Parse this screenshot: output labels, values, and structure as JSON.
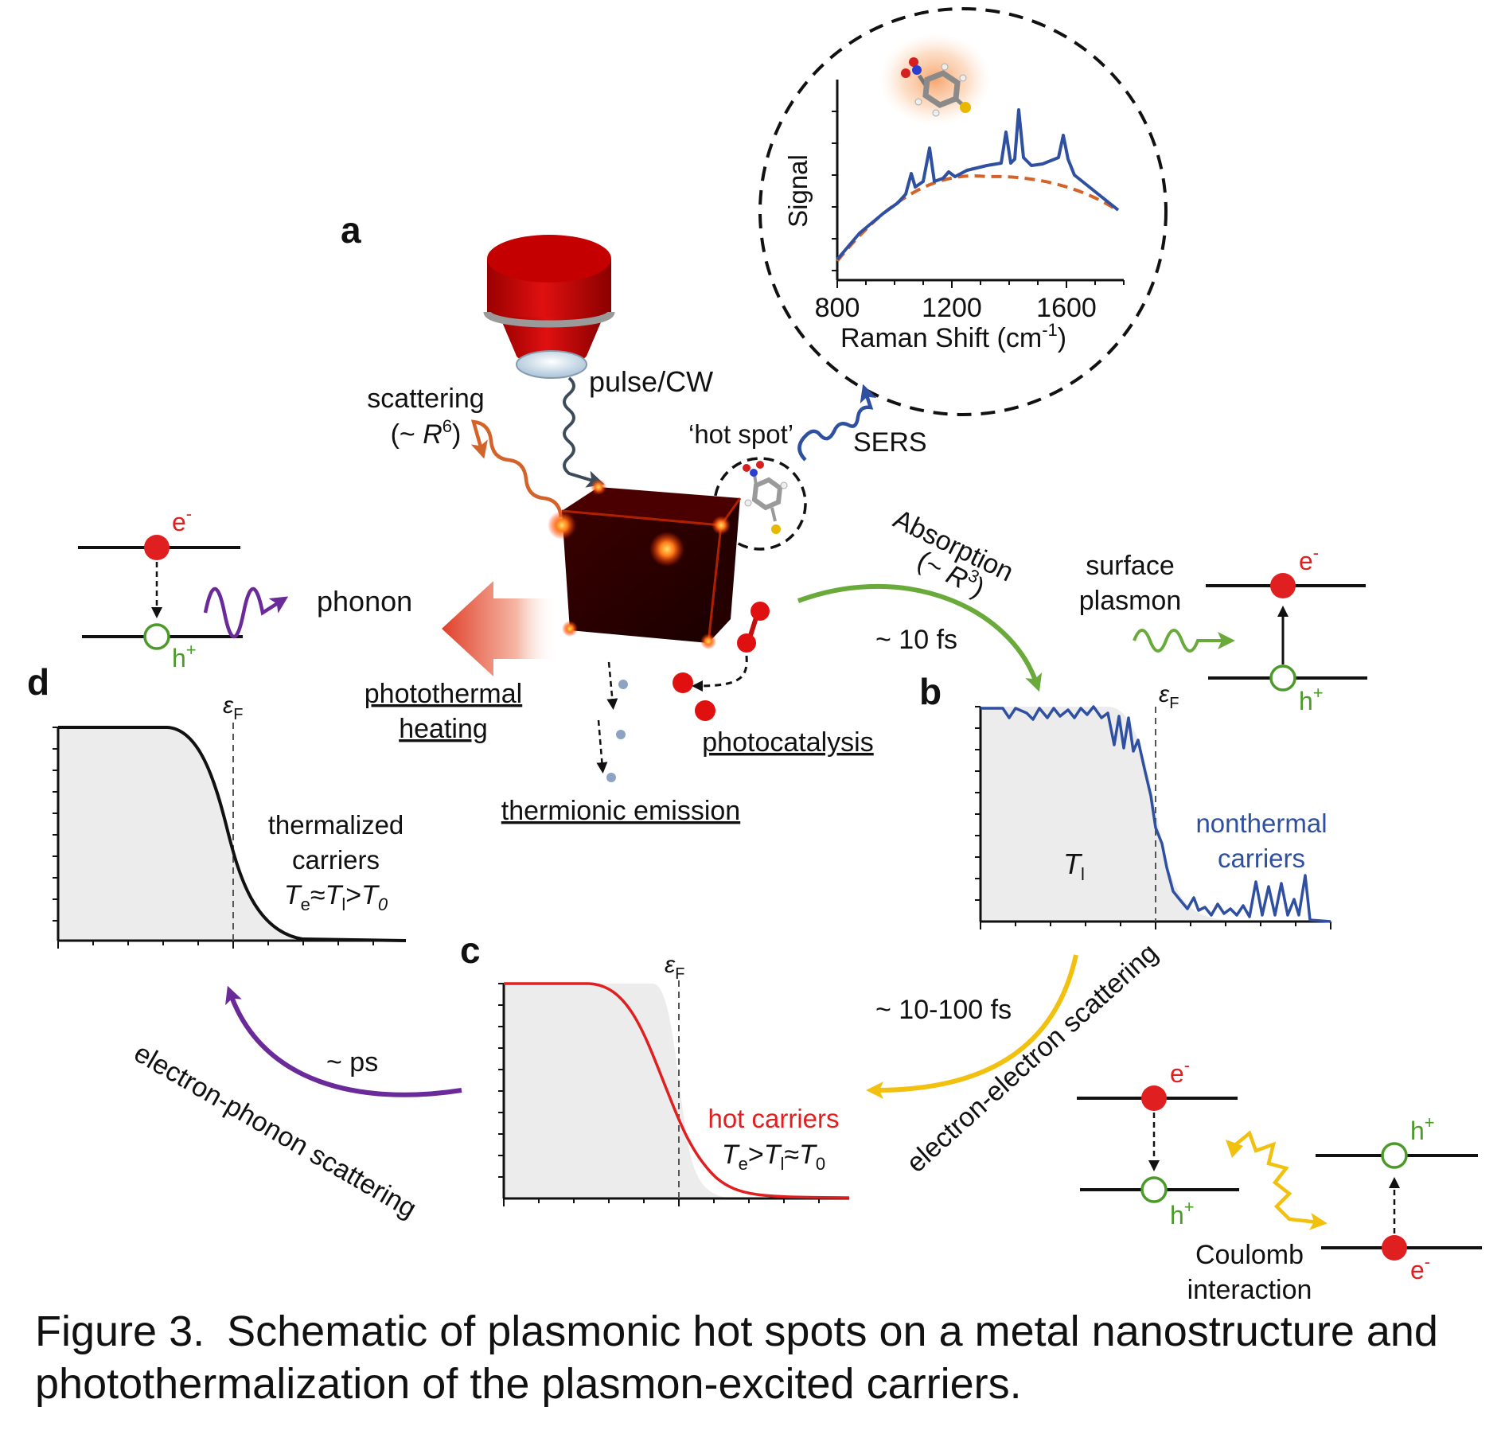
{
  "panels": {
    "a": "a",
    "b": "b",
    "c": "c",
    "d": "d"
  },
  "spectrum": {
    "ylabel": "Signal",
    "xlabel": "Raman Shift (cm",
    "xlabel_sup": "-1",
    "xlabel_close": ")",
    "xticks": [
      "800",
      "1200",
      "1600"
    ]
  },
  "illumination": {
    "label": "pulse/CW"
  },
  "scattering": {
    "line1": "scattering",
    "line2_prefix": "(~ ",
    "line2_var": "R",
    "line2_sup": "6",
    "line2_close": ")"
  },
  "hotspot": {
    "label": "‘hot spot’",
    "sers": "SERS"
  },
  "absorption": {
    "line1": "Absorption",
    "line2_prefix": "(~ ",
    "line2_var": "R",
    "line2_sup": "3",
    "line2_close": ")",
    "time": "~ 10 fs"
  },
  "phonon": {
    "label": "phonon",
    "electron": "e",
    "electron_sup": "-",
    "hole": "h",
    "hole_sup": "+"
  },
  "processes": {
    "photothermal_1": "photothermal",
    "photothermal_2": "heating",
    "photocatalysis": "photocatalysis",
    "thermionic": "thermionic emission"
  },
  "plasmon": {
    "line1": "surface",
    "line2": "plasmon",
    "electron": "e",
    "electron_sup": "-",
    "hole": "h",
    "hole_sup": "+"
  },
  "panel_b": {
    "fermi": "ε",
    "fermi_sub": "F",
    "nonthermal_1": "nonthermal",
    "nonthermal_2": "carriers",
    "tl": "T",
    "tl_sub": "l"
  },
  "panel_c": {
    "fermi": "ε",
    "fermi_sub": "F",
    "hot_1": "hot carriers",
    "te": "T",
    "te_sub": "e",
    "gt": ">",
    "tl": "T",
    "tl_sub": "l",
    "approx": "≈",
    "t0": "T",
    "t0_sub": "0"
  },
  "panel_d": {
    "fermi": "ε",
    "fermi_sub": "F",
    "therm_1": "thermalized",
    "therm_2": "carriers",
    "te": "T",
    "te_sub": "e",
    "approx": "≈",
    "tl": "T",
    "tl_sub": "l",
    "gt": ">",
    "t0": "T",
    "t0_sub": "0"
  },
  "ee_scattering": {
    "time": "~ 10-100 fs",
    "label": "electron-electron scattering"
  },
  "ep_scattering": {
    "time": "~ ps",
    "label": "electron-phonon scattering"
  },
  "coulomb": {
    "line1": "Coulomb",
    "line2": "interaction",
    "e1": "e",
    "e1_sup": "-",
    "h1": "h",
    "h1_sup": "+",
    "h2": "h",
    "h2_sup": "+",
    "e2": "e",
    "e2_sup": "-"
  },
  "caption": {
    "figno": "Figure 3.",
    "text": "Schematic of plasmonic hot spots on a metal nanostructure and photothermalization of the plasmon-excited carriers."
  },
  "colors": {
    "blue": "#2f4fa0",
    "orange": "#d4632a",
    "green": "#6aaa3a",
    "purple": "#6a2a9a",
    "yellow": "#f2c10f",
    "red": "#e02020",
    "hole_green": "#4c9a2a",
    "gray_fill": "#ececec"
  }
}
